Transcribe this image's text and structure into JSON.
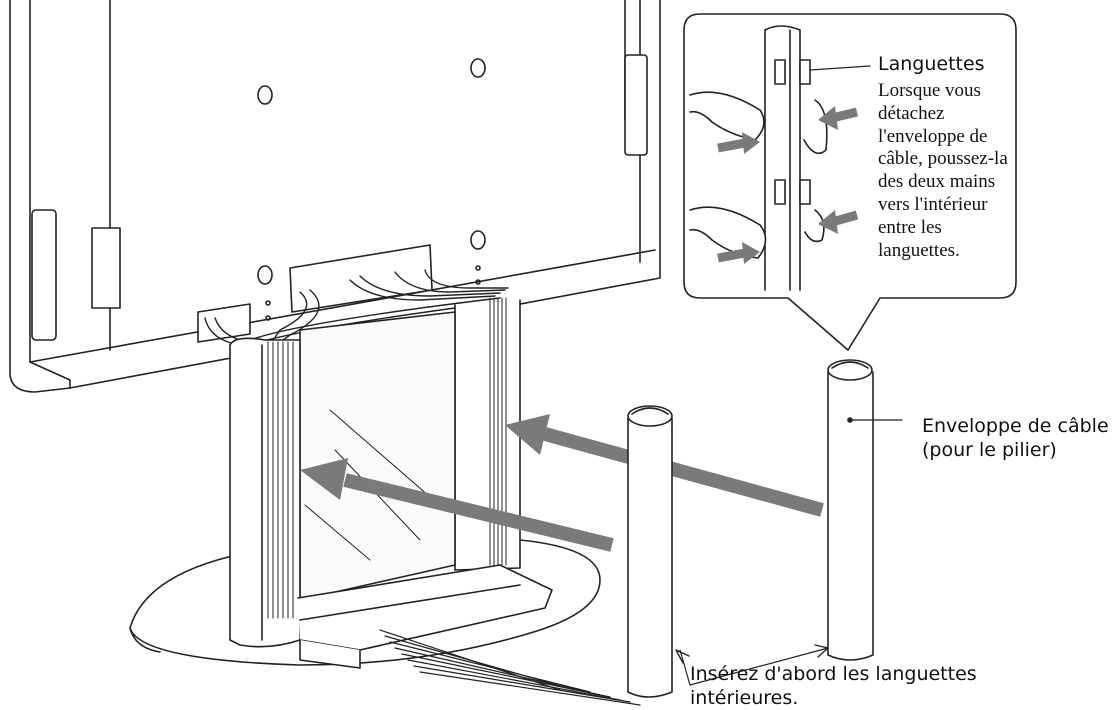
{
  "labels": {
    "tabs": "Languettes",
    "callout_lines": [
      "Lorsque vous",
      "détachez",
      "l'enveloppe de",
      "câble, poussez-la",
      "des deux mains",
      "vers l'intérieur",
      "entre les",
      "languettes."
    ],
    "cable_cover_line1": "Enveloppe de câble",
    "cable_cover_line2": "(pour le pilier)",
    "insert_line1": "Insérez d'abord les languettes",
    "insert_line2": "intérieures."
  },
  "colors": {
    "line": "#222222",
    "arrow": "#7a7a7a",
    "fill": "#ffffff",
    "shade": "#d9d9d9"
  }
}
